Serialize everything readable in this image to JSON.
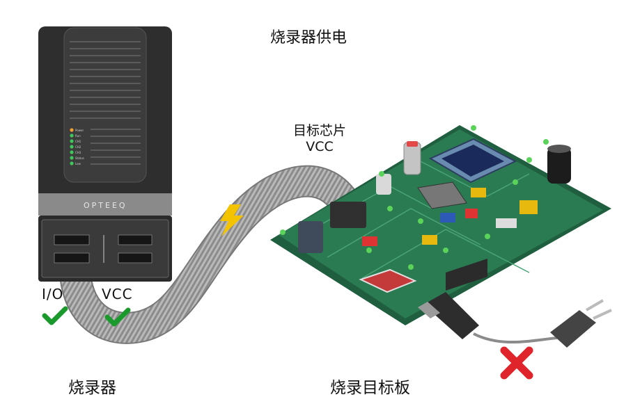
{
  "labels": {
    "programmer_power": "烧录器供电",
    "target_chip_line1": "目标芯片",
    "target_chip_line2": "VCC",
    "io": "I/O",
    "vcc": "VCC",
    "programmer": "烧录器",
    "target_board": "烧录目标板"
  },
  "device": {
    "brand": "OPTEEQ",
    "leds": [
      "Power",
      "Run",
      "CH1",
      "CH2",
      "CH3",
      "Status",
      "Low"
    ]
  },
  "icons": {
    "io_status": "check-icon",
    "vcc_status": "check-icon",
    "external_power": "cross-icon",
    "power": "lightning-icon"
  },
  "colors": {
    "check": "#1a9a2c",
    "cross": "#e0242c",
    "board": "#2a7a52",
    "lightning": "#f3c300"
  }
}
